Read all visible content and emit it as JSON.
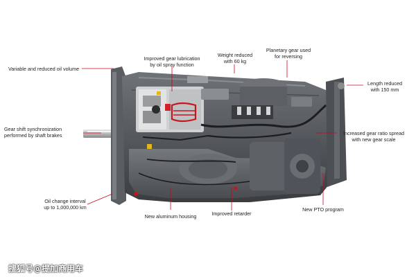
{
  "callouts": {
    "oil_volume": "Variable and reduced oil volume",
    "lubrication": [
      "Improved gear lubrication",
      "by oil spray function"
    ],
    "weight": [
      "Weight reduced",
      "with 60 kg"
    ],
    "planetary": [
      "Planetary gear used",
      "for reversing"
    ],
    "length": [
      "Length reduced",
      "with 150 mm"
    ],
    "gear_shift": [
      "Gear shift synchronization",
      "performed by shaft brakes"
    ],
    "gear_ratio": [
      "Increased gear ratio spread",
      "with new gear scale"
    ],
    "oil_change": [
      "Oil change interval",
      "up to 1,000,000 km"
    ],
    "housing": "New aluminum housing",
    "retarder": "Improved retarder",
    "pto": "New PTO program"
  },
  "watermark": "搜狐号@提加商用车",
  "colors": {
    "callout_line": "#d0021b",
    "label_text": "#1e1e1e",
    "background": "#ffffff"
  }
}
